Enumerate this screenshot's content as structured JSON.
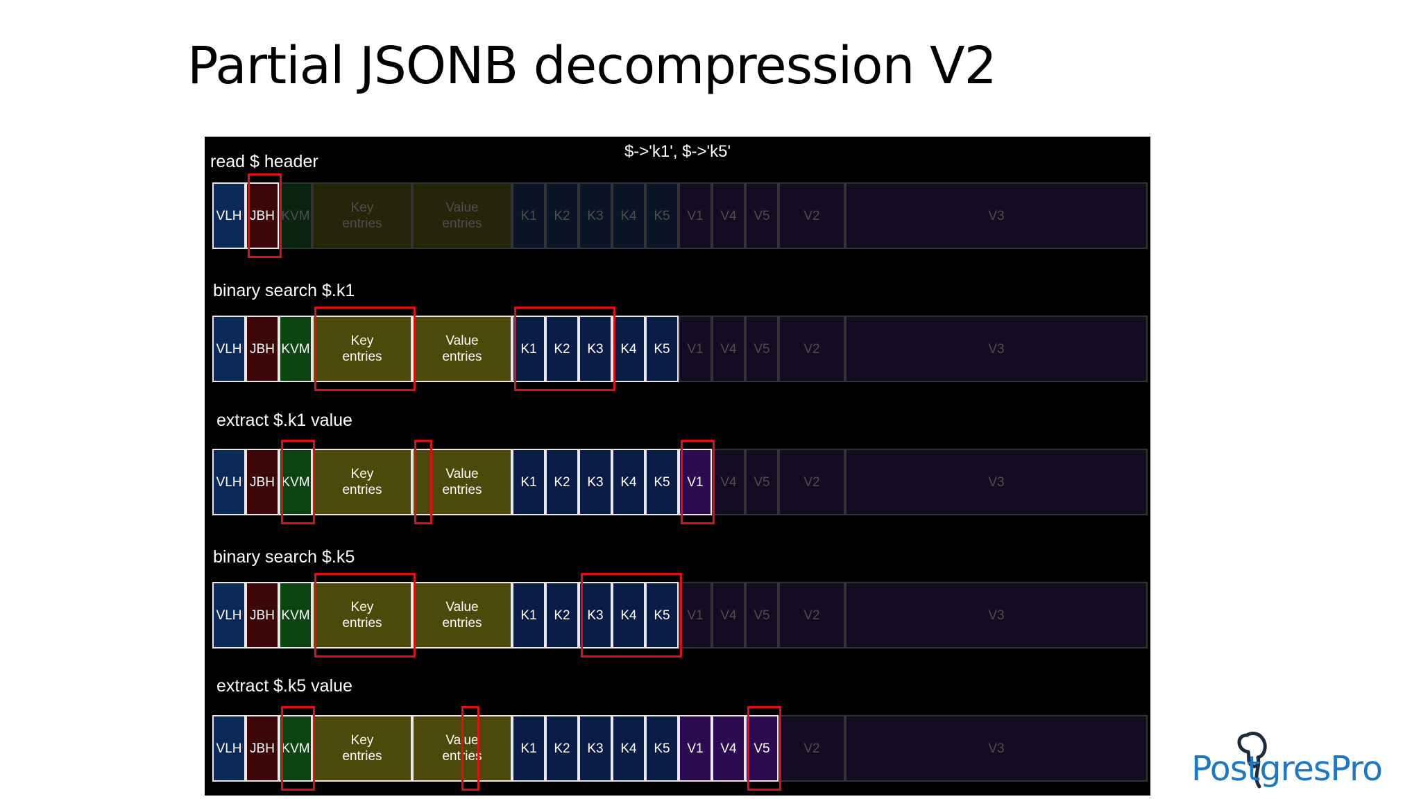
{
  "title": "Partial JSONB decompression V2",
  "query": "$->'k1', $->'k5'",
  "colors": {
    "VLH": "#0b2a5a",
    "JBH": "#3d0607",
    "KVM": "#0c4511",
    "entries": "#4c4a0a",
    "K": "#0a1d44",
    "V": "#2c0b52",
    "dim_VLH": "#0b1c33",
    "dim_JBH": "#230708",
    "dim_KVM": "#0a2210",
    "dim_entries": "#26250a",
    "dim_K": "#0b1426",
    "dim_V": "#150b22",
    "highlight": "#e01010"
  },
  "steps": [
    {
      "label": "read $ header",
      "active": [
        "VLH",
        "JBH"
      ]
    },
    {
      "label": "binary search $.k1",
      "active": [
        "VLH",
        "JBH",
        "KVM",
        "KEY",
        "VAL",
        "K1",
        "K2",
        "K3",
        "K4",
        "K5"
      ]
    },
    {
      "label": "extract $.k1 value",
      "active": [
        "VLH",
        "JBH",
        "KVM",
        "KEY",
        "VAL",
        "K1",
        "K2",
        "K3",
        "K4",
        "K5",
        "V1"
      ]
    },
    {
      "label": "binary search $.k5",
      "active": [
        "VLH",
        "JBH",
        "KVM",
        "KEY",
        "VAL",
        "K1",
        "K2",
        "K3",
        "K4",
        "K5"
      ]
    },
    {
      "label": "extract $.k5 value",
      "active": [
        "VLH",
        "JBH",
        "KVM",
        "KEY",
        "VAL",
        "K1",
        "K2",
        "K3",
        "K4",
        "K5",
        "V1",
        "V4",
        "V5"
      ]
    }
  ],
  "cells": [
    {
      "id": "VLH",
      "kind": "VLH",
      "text": "VLH"
    },
    {
      "id": "JBH",
      "kind": "JBH",
      "text": "JBH"
    },
    {
      "id": "KVM",
      "kind": "KVM",
      "text": "KVM"
    },
    {
      "id": "KEY",
      "kind": "entries",
      "text": "Key\nentries"
    },
    {
      "id": "VAL",
      "kind": "entries",
      "text": "Value\nentries"
    },
    {
      "id": "K1",
      "kind": "K",
      "text": "K1"
    },
    {
      "id": "K2",
      "kind": "K",
      "text": "K2"
    },
    {
      "id": "K3",
      "kind": "K",
      "text": "K3"
    },
    {
      "id": "K4",
      "kind": "K",
      "text": "K4"
    },
    {
      "id": "K5",
      "kind": "K",
      "text": "K5"
    },
    {
      "id": "V1",
      "kind": "V",
      "text": "V1"
    },
    {
      "id": "V4",
      "kind": "V",
      "text": "V4"
    },
    {
      "id": "V5",
      "kind": "V",
      "text": "V5"
    },
    {
      "id": "V2",
      "kind": "V",
      "text": "V2"
    },
    {
      "id": "V3",
      "kind": "V",
      "text": "V3"
    }
  ],
  "logo": {
    "text": "PostgresPro"
  }
}
